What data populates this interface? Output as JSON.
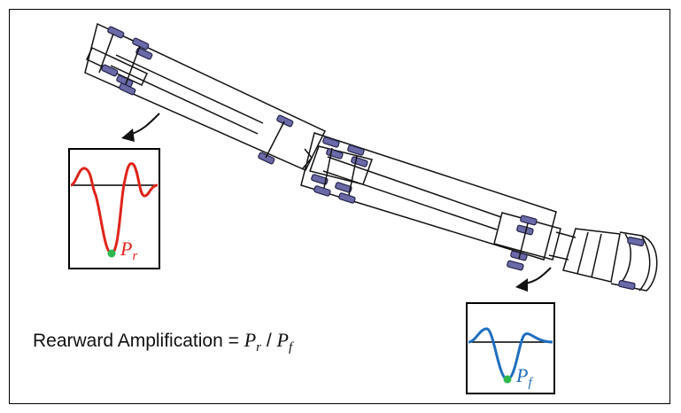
{
  "rear_plot": {
    "peak_label": "P",
    "peak_sub": "r",
    "curve_color": "#e0241b",
    "peak_color": "#2db84d"
  },
  "front_plot": {
    "peak_label": "P",
    "peak_sub": "f",
    "curve_color": "#1f6fbf",
    "peak_color": "#2db84d"
  },
  "equation": {
    "text": "Rearward Amplification = ",
    "p1": "P",
    "p1_sub": "r",
    "slash": " / ",
    "p2": "P",
    "p2_sub": "f"
  },
  "colors": {
    "tire": "#6b6aa8",
    "frame": "#111111"
  }
}
